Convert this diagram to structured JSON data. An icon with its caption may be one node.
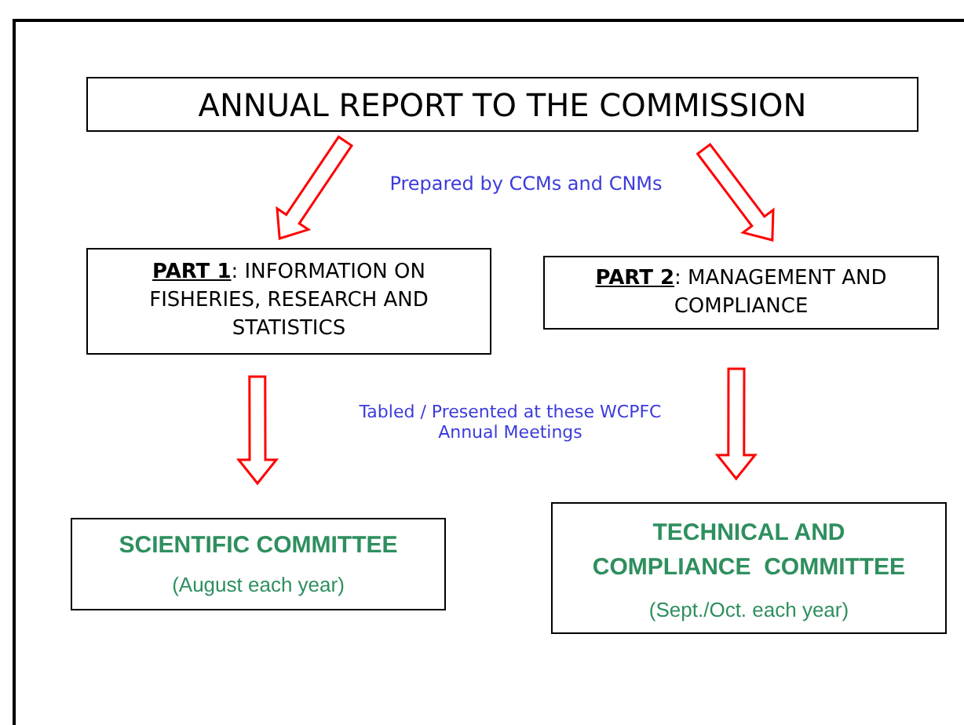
{
  "diagram": {
    "nodes": [
      {
        "text": [
          "ANNUAL REPORT TO THE COMMISSION"
        ]
      },
      {
        "text": [
          "**PART 1**: INFORMATION ON FISHERIES, RESEARCH AND STATISTICS"
        ]
      },
      {
        "text": [
          "**PART 2**: MANAGEMENT AND COMPLIANCE"
        ]
      },
      {
        "text": [
          "SCIENTIFIC COMMITTEE",
          "(August each year)"
        ]
      },
      {
        "text": [
          "TECHNICAL AND COMPLIANCE  COMMITTEE",
          "(Sept./Oct. each year)"
        ]
      }
    ],
    "edges": [
      {
        "from": 0,
        "to": 1,
        "arrow": "to",
        "color": "#ff0000"
      },
      {
        "from": 0,
        "to": 2,
        "arrow": "to",
        "color": "#ff0000"
      },
      {
        "from": 1,
        "to": 3,
        "arrow": "to",
        "color": "#ff0000"
      },
      {
        "from": 2,
        "to": 4,
        "arrow": "to",
        "color": "#ff0000"
      }
    ],
    "labels": [
      "Prepared by CCMs and CNMs",
      "Tabled / Presented at these WCPFC Annual Meetings"
    ]
  }
}
